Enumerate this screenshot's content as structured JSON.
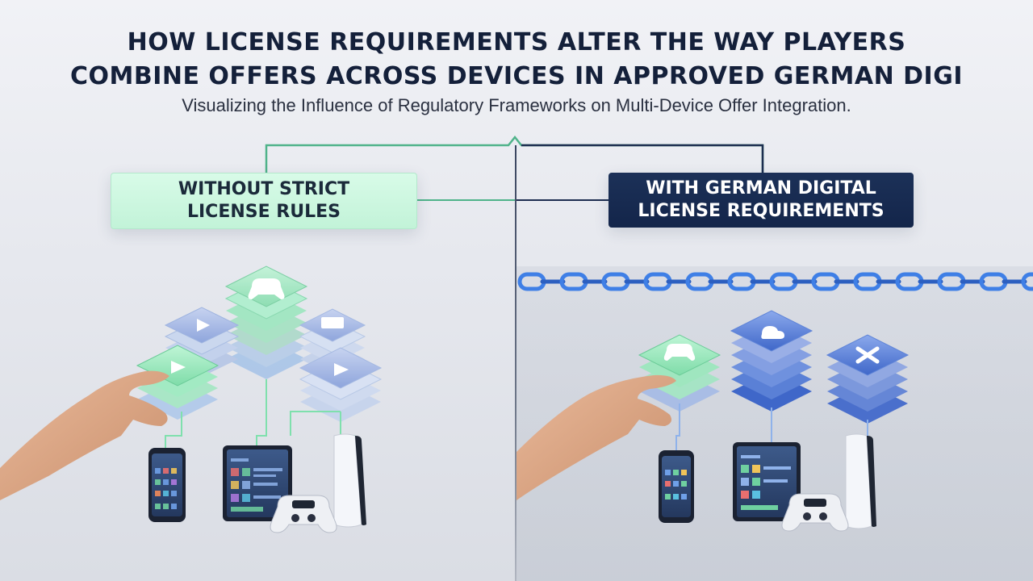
{
  "header": {
    "title_line1": "HOW LICENSE REQUIREMENTS ALTER THE WAY PLAYERS",
    "title_line2": "COMBINE OFFERS ACROSS DEVICES IN APPROVED GERMAN DIGI",
    "subtitle": "Visualizing the Influence of Regulatory Frameworks on Multi-Device Offer Integration."
  },
  "panels": {
    "left": {
      "label_line1": "WITHOUT STRICT",
      "label_line2": "LICENSE RULES",
      "accent": "#7de8ae"
    },
    "right": {
      "label_line1": "WITH GERMAN DIGITAL",
      "label_line2": "LICENSE REQUIREMENTS",
      "accent": "#3b7be0"
    }
  },
  "icons": {
    "left_stacks": [
      "game-controller-icon",
      "play-icon",
      "card-icon",
      "play-icon",
      "play-icon"
    ],
    "right_stacks": [
      "game-controller-icon",
      "cloud-icon",
      "x-logo-icon"
    ],
    "devices": [
      "smartphone",
      "tablet",
      "game-controller",
      "game-console"
    ],
    "barrier": "chain-icon"
  },
  "colors": {
    "title": "#14203a",
    "green_tile": "#8be8b6",
    "blue_tile": "#6f8fd8",
    "navy": "#13254a",
    "chain": "#3f7fe6"
  }
}
